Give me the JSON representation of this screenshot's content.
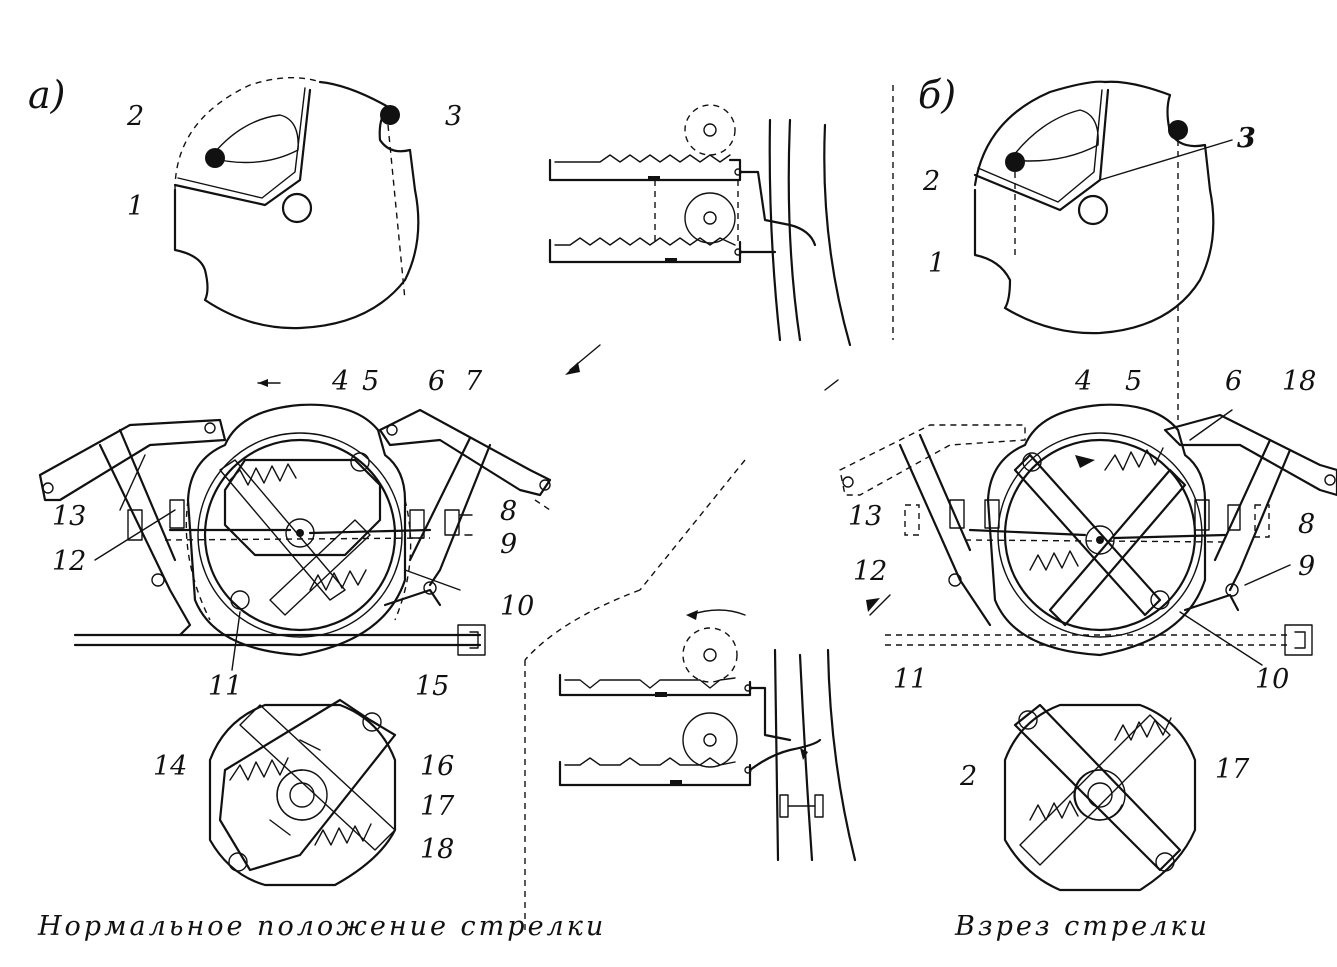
{
  "panels": {
    "left_letter": "а)",
    "right_letter": "б)"
  },
  "labels_left": [
    "2",
    "3",
    "1",
    "4",
    "5",
    "6",
    "7",
    "8",
    "9",
    "10",
    "13",
    "12",
    "11",
    "15",
    "14",
    "16",
    "17",
    "18"
  ],
  "labels_right": [
    "2",
    "3",
    "1",
    "4",
    "5",
    "6",
    "18",
    "13",
    "8",
    "12",
    "9",
    "11",
    "10",
    "2",
    "17"
  ],
  "captions": {
    "left": "Нормальное положение стрелки",
    "right": "Взрез стрелки"
  }
}
